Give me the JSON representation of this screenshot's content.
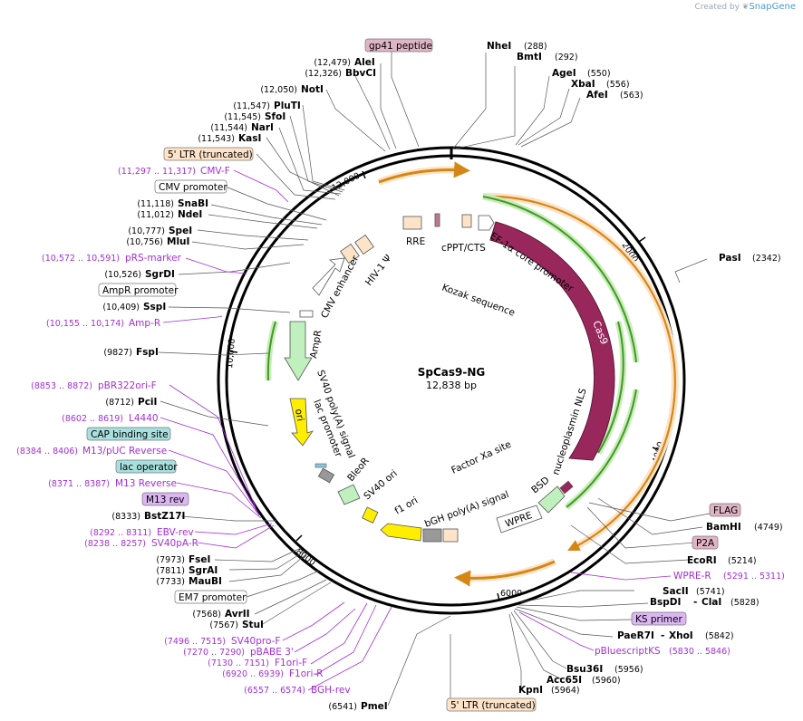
{
  "credit": {
    "prefix": "Created by",
    "brand": "SnapGene"
  },
  "plasmid": {
    "name": "SpCas9-NG",
    "size": "12,838 bp"
  },
  "ticks": [
    "2000",
    "4000",
    "6000",
    "8000",
    "10,000",
    "12,000"
  ],
  "colors": {
    "primer": "#a32fd6",
    "cas9": "#98285c",
    "arrow_orange": "#f7a53c",
    "arrow_green": "#6ec14a",
    "boxed_bg_green": "#a7e0de",
    "boxed_bg_pink": "#e0b3c5",
    "boxed_bg_purple": "#dcb6f2",
    "boxed_bg_orange": "#fde3c8"
  },
  "right_labels": [
    {
      "name": "NheI",
      "pos": "(288)"
    },
    {
      "name": "BmtI",
      "pos": "(292)"
    },
    {
      "name": "AgeI",
      "pos": "(550)"
    },
    {
      "name": "XbaI",
      "pos": "(556)"
    },
    {
      "name": "AfeI",
      "pos": "(563)"
    },
    {
      "name": "PasI",
      "pos": "(2342)"
    },
    {
      "name": "BamHI",
      "pos": "(4749)"
    },
    {
      "name": "EcoRI",
      "pos": "(5214)"
    },
    {
      "name": "SacII",
      "pos": "(5741)"
    },
    {
      "name": "BspDI",
      "name2": "ClaI",
      "pos": "(5828)"
    },
    {
      "name": "PaeR7I",
      "name2": "XhoI",
      "pos": "(5842)"
    },
    {
      "name": "Bsu36I",
      "pos": "(5956)"
    },
    {
      "name": "Acc65I",
      "pos": "(5960)"
    },
    {
      "name": "KpnI",
      "pos": "(5964)"
    }
  ],
  "left_labels": [
    {
      "name": "AleI",
      "pos": "(12,479)"
    },
    {
      "name": "BbvCI",
      "pos": "(12,326)"
    },
    {
      "name": "NotI",
      "pos": "(12,050)"
    },
    {
      "name": "PluTI",
      "pos": "(11,547)"
    },
    {
      "name": "SfoI",
      "pos": "(11,545)"
    },
    {
      "name": "NarI",
      "pos": "(11,544)"
    },
    {
      "name": "KasI",
      "pos": "(11,543)"
    },
    {
      "name": "SnaBI",
      "pos": "(11,118)"
    },
    {
      "name": "NdeI",
      "pos": "(11,012)"
    },
    {
      "name": "SpeI",
      "pos": "(10,777)"
    },
    {
      "name": "MluI",
      "pos": "(10,756)"
    },
    {
      "name": "SgrDI",
      "pos": "(10,526)"
    },
    {
      "name": "SspI",
      "pos": "(10,409)"
    },
    {
      "name": "FspI",
      "pos": "(9827)"
    },
    {
      "name": "PciI",
      "pos": "(8712)"
    },
    {
      "name": "BstZ17I",
      "pos": "(8333)"
    },
    {
      "name": "FseI",
      "pos": "(7973)"
    },
    {
      "name": "SgrAI",
      "pos": "(7811)"
    },
    {
      "name": "MauBI",
      "pos": "(7733)"
    },
    {
      "name": "AvrII",
      "pos": "(7568)"
    },
    {
      "name": "StuI",
      "pos": "(7567)"
    },
    {
      "name": "PmeI",
      "pos": "(6541)"
    }
  ],
  "primers_left": [
    {
      "name": "CMV-F",
      "pos": "(11,297 .. 11,317)"
    },
    {
      "name": "pRS-marker",
      "pos": "(10,572 .. 10,591)"
    },
    {
      "name": "Amp-R",
      "pos": "(10,155 .. 10,174)"
    },
    {
      "name": "pBR322ori-F",
      "pos": "(8853 .. 8872)"
    },
    {
      "name": "L4440",
      "pos": "(8602 .. 8619)"
    },
    {
      "name": "M13/pUC Reverse",
      "pos": "(8384 .. 8406)"
    },
    {
      "name": "M13 Reverse",
      "pos": "(8371 .. 8387)"
    },
    {
      "name": "EBV-rev",
      "pos": "(8292 .. 8311)"
    },
    {
      "name": "SV40pA-R",
      "pos": "(8238 .. 8257)"
    },
    {
      "name": "SV40pro-F",
      "pos": "(7496 .. 7515)"
    },
    {
      "name": "pBABE 3'",
      "pos": "(7270 .. 7290)"
    },
    {
      "name": "F1ori-F",
      "pos": "(7130 .. 7151)"
    },
    {
      "name": "F1ori-R",
      "pos": "(6920 .. 6939)"
    },
    {
      "name": "BGH-rev",
      "pos": "(6557 .. 6574)"
    }
  ],
  "primers_right": [
    {
      "name": "WPRE-R",
      "pos": "(5291 .. 5311)"
    },
    {
      "name": "pBluescriptKS",
      "pos": "(5830 .. 5846)"
    }
  ],
  "boxed": {
    "gp41": "gp41 peptide",
    "ltr_top": "5' LTR (truncated)",
    "cmv_promoter": "CMV promoter",
    "ampr_promoter": "AmpR promoter",
    "cap": "CAP binding site",
    "lac_operator": "lac operator",
    "m13rev": "M13 rev",
    "em7": "EM7 promoter",
    "ltr_bottom": "5' LTR (truncated)",
    "flag": "FLAG",
    "p2a": "P2A",
    "ks_primer": "KS primer"
  },
  "inner_labels": {
    "rre": "RRE",
    "cppt": "cPPT/CTS",
    "ef1a": "EF-1α core promoter",
    "kozak": "Kozak sequence",
    "cas9": "Cas9",
    "nls": "nucleoplasmin NLS",
    "hiv": "HIV-1 Ψ",
    "cmv_enh": "CMV enhancer",
    "ampr": "AmpR",
    "ori": "ori",
    "sv40pa": "SV40 poly(A) signal",
    "lacp": "lac promoter",
    "bleor": "BleoR",
    "sv40ori": "SV40 ori",
    "f1ori": "f1 ori",
    "bgh": "bGH poly(A) signal",
    "wpre": "WPRE",
    "bsd": "BSD",
    "factorxa": "Factor Xa site"
  }
}
